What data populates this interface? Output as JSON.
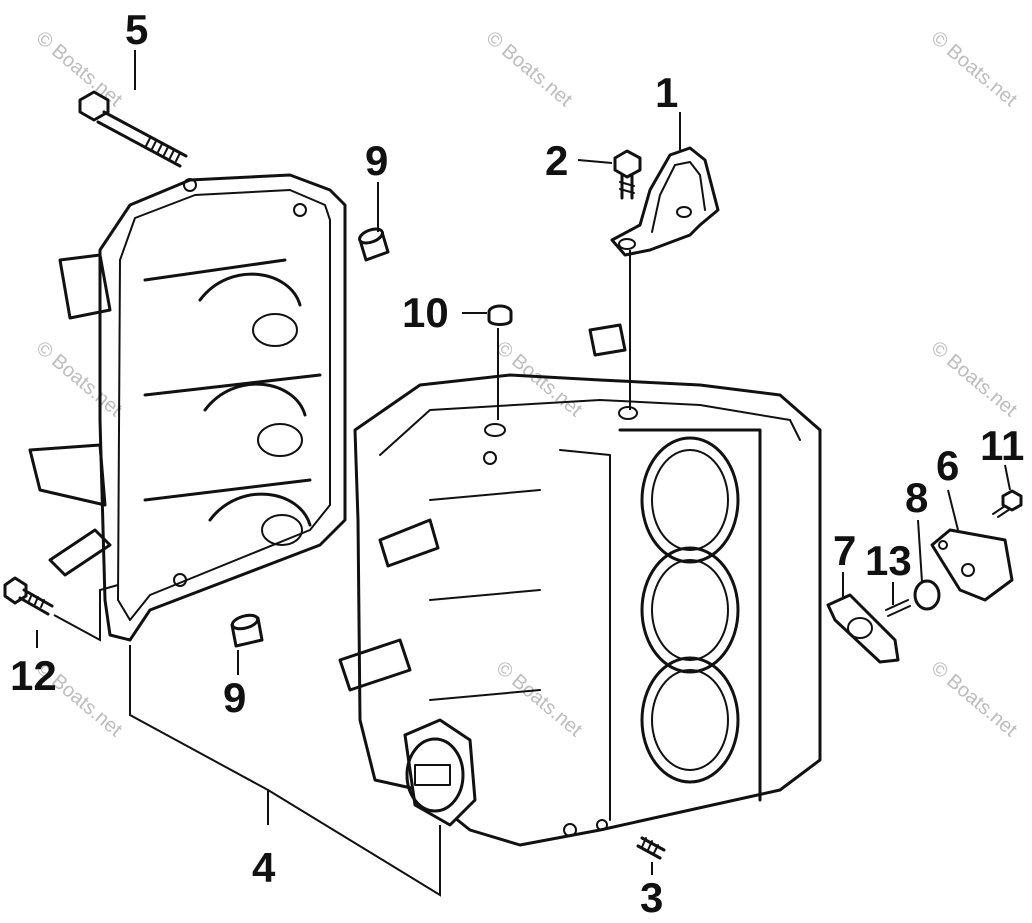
{
  "diagram": {
    "callouts": [
      {
        "id": "c1",
        "label": "1"
      },
      {
        "id": "c2",
        "label": "2"
      },
      {
        "id": "c3",
        "label": "3"
      },
      {
        "id": "c4",
        "label": "4"
      },
      {
        "id": "c5",
        "label": "5"
      },
      {
        "id": "c6",
        "label": "6"
      },
      {
        "id": "c7",
        "label": "7"
      },
      {
        "id": "c8",
        "label": "8"
      },
      {
        "id": "c9a",
        "label": "9"
      },
      {
        "id": "c9b",
        "label": "9"
      },
      {
        "id": "c10",
        "label": "10"
      },
      {
        "id": "c11",
        "label": "11"
      },
      {
        "id": "c12",
        "label": "12"
      },
      {
        "id": "c13",
        "label": "13"
      }
    ],
    "watermark": "© Boats.net"
  }
}
